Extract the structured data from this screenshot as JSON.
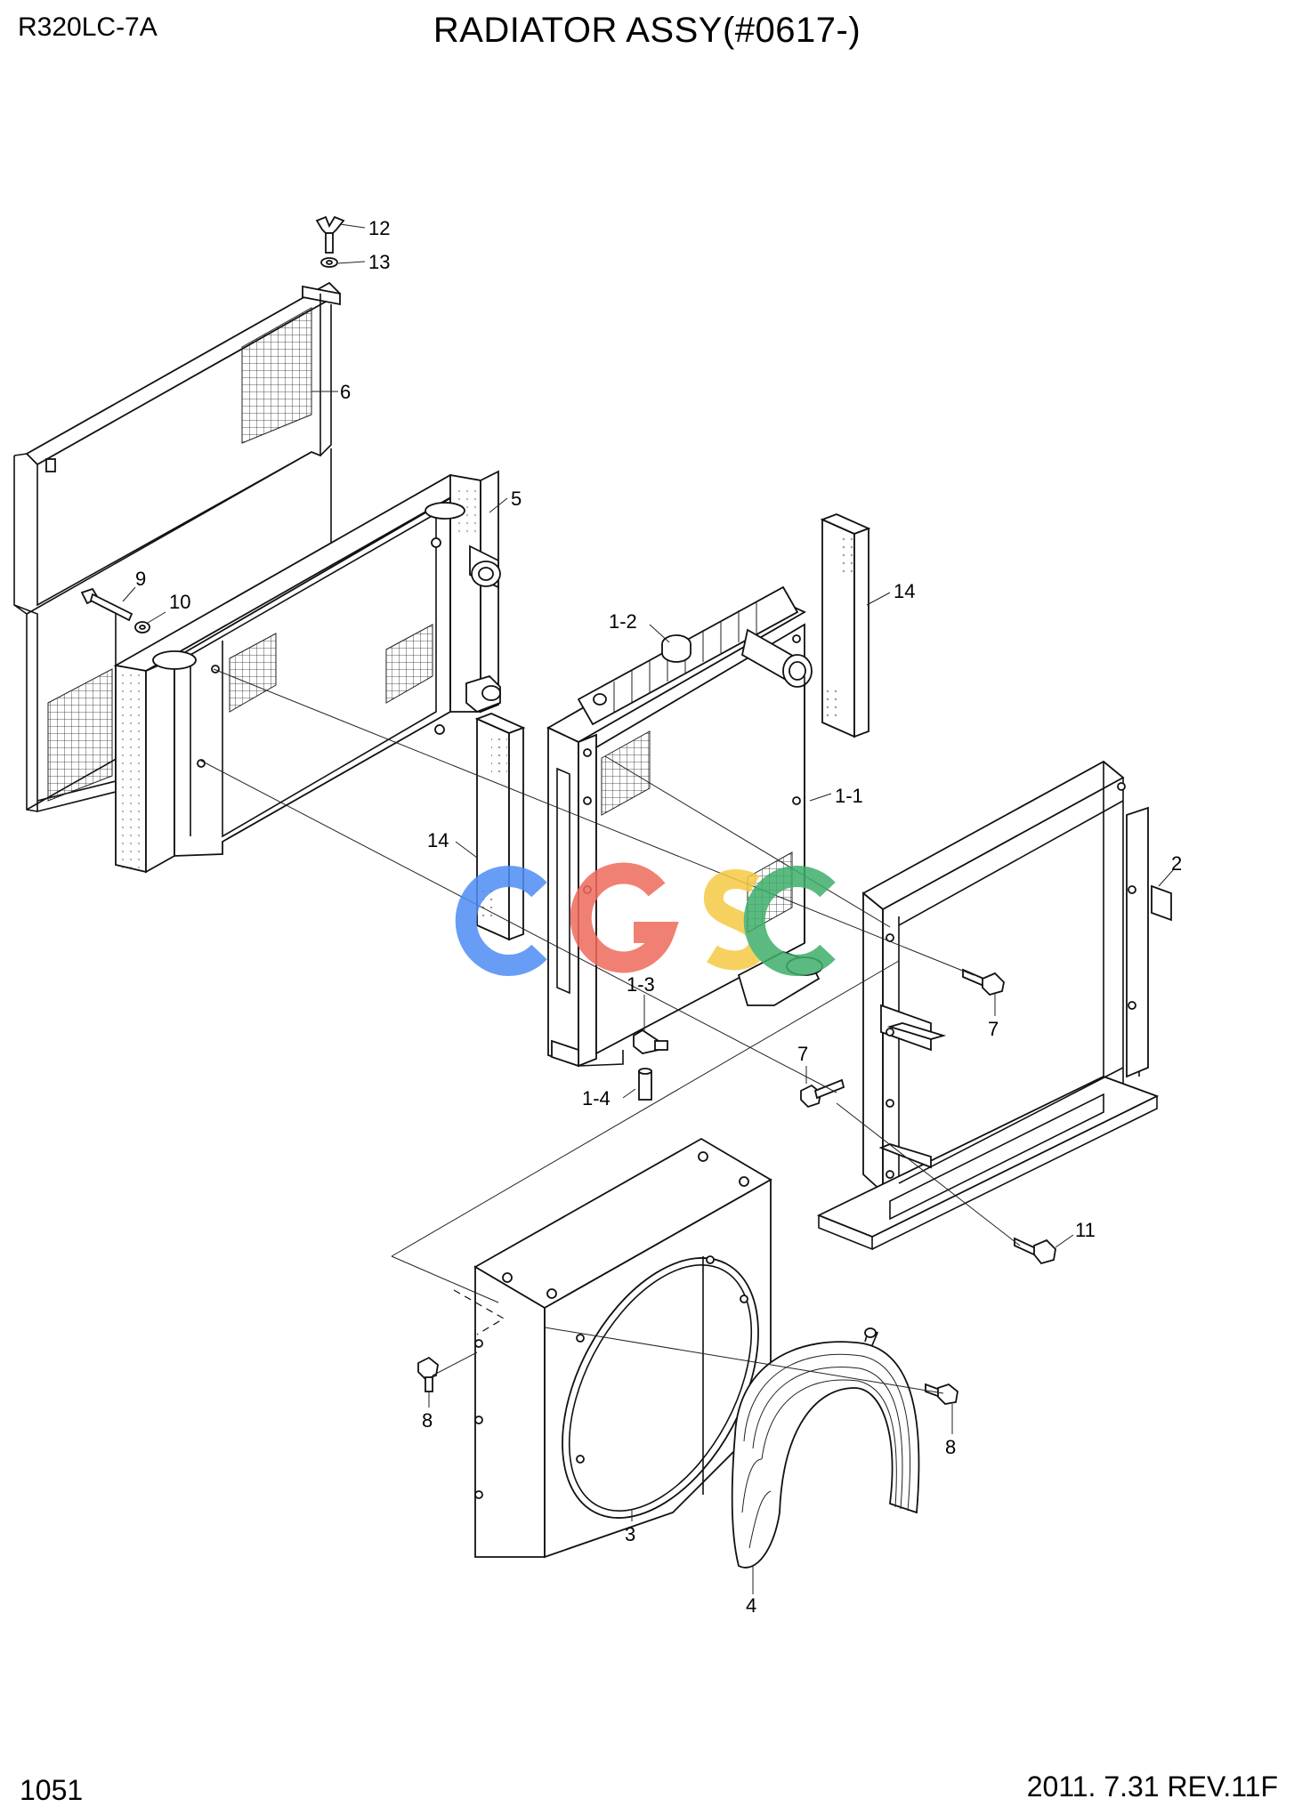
{
  "header": {
    "model": "R320LC-7A",
    "title": "RADIATOR ASSY(#0617-)"
  },
  "footer": {
    "page": "1051",
    "revision": "2011. 7.31  REV.11F"
  },
  "watermark": {
    "text": "CGSC",
    "colors": [
      "#4e8df5",
      "#ef6b5c",
      "#f6c945",
      "#3fae6a"
    ]
  },
  "callouts": {
    "c12": "12",
    "c13": "13",
    "c6": "6",
    "c5": "5",
    "c9": "9",
    "c10": "10",
    "c1_2": "1-2",
    "c14a": "14",
    "c14b": "14",
    "c1_1": "1-1",
    "c2": "2",
    "c7a": "7",
    "c7b": "7",
    "c1_3": "1-3",
    "c1_4": "1-4",
    "c11": "11",
    "c8a": "8",
    "c8b": "8",
    "c3": "3",
    "c4": "4"
  }
}
